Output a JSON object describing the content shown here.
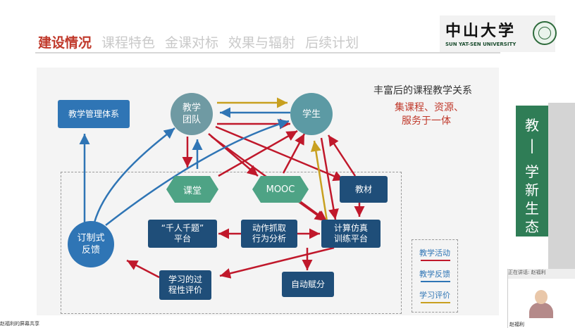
{
  "nav": {
    "active": "建设情况",
    "items": [
      "课程特色",
      "金课对标",
      "效果与辐射",
      "后续计划"
    ]
  },
  "logo": {
    "cn": "中山大学",
    "en": "SUN YAT-SEN UNIVERSITY"
  },
  "relation": {
    "title": "丰富后的课程教学关系",
    "subtitle_line1": "集课程、资源、",
    "subtitle_line2": "服务于一体"
  },
  "nodes": {
    "management": "教学管理体系",
    "team_l1": "教学",
    "team_l2": "团队",
    "student": "学生",
    "feedback_l1": "订制式",
    "feedback_l2": "反馈",
    "classroom": "课堂",
    "mooc": "MOOC",
    "textbook": "教材",
    "qianren_l1": "“千人千题”",
    "qianren_l2": "平台",
    "motion_l1": "动作抓取",
    "motion_l2": "行为分析",
    "sim_l1": "计算仿真",
    "sim_l2": "训练平台",
    "process_l1": "学习的过",
    "process_l2": "程性评价",
    "auto": "自动赋分"
  },
  "legend": {
    "activity": "教学活动",
    "feedback": "教学反馈",
    "evaluation": "学习评价"
  },
  "side": {
    "chars": [
      "教",
      "|",
      "学",
      "新",
      "生",
      "态"
    ]
  },
  "video": {
    "header": "正在讲话: 赵福利",
    "name": "赵福利"
  },
  "share_bar": "赵福利的屏幕共享",
  "colors": {
    "activity": "#c0182b",
    "feedback": "#2f75b5",
    "evaluation": "#c8a020",
    "side": "#2f7d56"
  }
}
